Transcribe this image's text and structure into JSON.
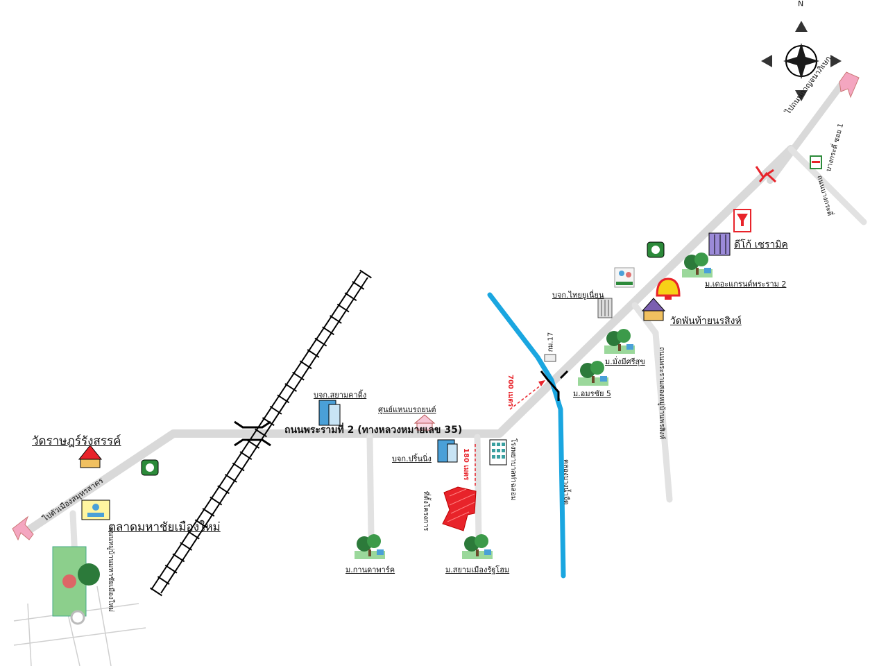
{
  "compass": {
    "north_label": "N",
    "icon": "compass-rose-icon"
  },
  "roads": {
    "main_road": "ถนนพระรามที่ 2 (ทางหลวงหมายเลข 35)",
    "to_bangkok": "ไปถนนกาญจนาภิเษก",
    "to_samut_sakhon": "ไปตัวเมืองสมุทรสาคร",
    "bang_kradi_soi": "บางกระดี่ ซอย 1",
    "bang_kradi_road": "ถนนบางกระดี่",
    "phetkasem_side_road": "ถนนพระรามสองหมู่บ้านพรสิงห์",
    "side_road_west": "ถนนหมู่บ้านมหาชัยเมืองใหม่",
    "km_marker": "กม.17"
  },
  "canal": {
    "label": "คลองบางน้ำจืด",
    "color": "#1aa6e0"
  },
  "distances": {
    "d700": "700 เมตร",
    "d180": "180 เมตร"
  },
  "places": {
    "wat_rat": "วัดราษฎร์รังสรรค์",
    "talad": "ตลาดมหาชัยเมืองใหม่",
    "siam_ka": "บจก.สยามคาดิ้ง",
    "service_center": "ศูนย์แหนบรถยนต์",
    "printing": "บจก.ปริ้นนิ่ง",
    "hospital": "โรงพยาบาลท่าฉลอม",
    "site": "ที่ตั้งโครงการ",
    "moo_ban_ka": "ม.กานดาพาร์ค",
    "siam_home": "ม.สยามเมืองรัฐโฮม",
    "amornchai": "ม.อมรชัย 5",
    "mang_mee": "ม.มั่งมีศรีสุข",
    "thai_union": "บจก.ไทยยูเนี่ยน",
    "wat_phan": "วัดพันท้ายนรสิงห์",
    "grand": "ม.เดอะแกรนด์พระราม 2",
    "dico": "ดีโก้ เซรามิค"
  },
  "legend_icons": [
    "gas-station-icon",
    "shell-icon",
    "isuzu-icon",
    "seven-eleven-icon",
    "temple-icon",
    "house-icon",
    "building-icon",
    "tree-village-icon"
  ],
  "colors": {
    "road": "#d9d9d9",
    "arrow": "#f4a6c0",
    "site": "#e8232a",
    "accent_red": "#e8232a"
  }
}
